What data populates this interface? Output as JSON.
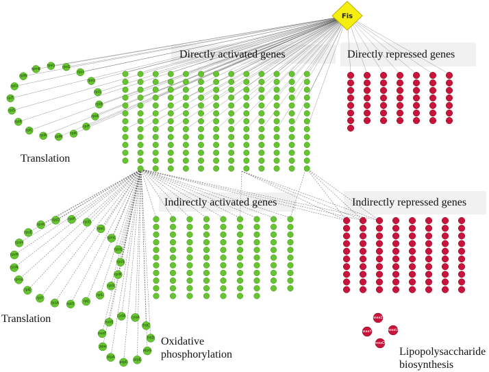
{
  "hub": {
    "label": "Fis"
  },
  "labels": {
    "direct_activated": "Directly activated genes",
    "direct_repressed": "Directly repressed genes",
    "indirect_activated": "Indirectly activated genes",
    "indirect_repressed": "Indirectly repressed genes",
    "translation_top": "Translation",
    "translation_bottom": "Translation",
    "oxphos_line1": "Oxidative",
    "oxphos_line2": "phosphorylation",
    "lps_line1": "Lipopolysaccharide",
    "lps_line2": "biosynthesis"
  },
  "colors": {
    "hub": "#f5ee0e",
    "activated": "#67c431",
    "activated_stroke": "#3f8d1b",
    "repressed": "#c8143a",
    "repressed_stroke": "#7e0a22",
    "edge": "#555555",
    "band": "#efefef"
  },
  "ring_top": {
    "nodes": [
      "rpmB",
      "rpsQ",
      "rpsG",
      "rpsI",
      "rpsU",
      "rpsL",
      "rplB",
      "rplA",
      "rplF",
      "rplK",
      "rplM",
      "rplR",
      "rplC",
      "rplR",
      "rplS",
      "rplT",
      "rplU",
      "rpIW"
    ]
  },
  "ring_bottom": {
    "nodes": [
      "rplD",
      "rpsC",
      "rpmC",
      "rpsQ",
      "rpsS",
      "rplN",
      "rplX",
      "rplL",
      "rplJ",
      "rplO",
      "rpsA",
      "rplY",
      "rplE",
      "rpmA",
      "rpsN",
      "rpsM",
      "rpsH",
      "rpsE",
      "rpsK",
      "rpsD",
      "rplP"
    ]
  },
  "ring_oxphos": {
    "nodes": [
      "cyoA",
      "frdC",
      "frdD",
      "atpG",
      "atpE",
      "atpD",
      "atpA",
      "ppa",
      "nuoF",
      "nuoE",
      "cydA"
    ]
  },
  "lps": {
    "nodes": [
      "waaZ",
      "waaY",
      "waaU",
      "waaQ"
    ]
  }
}
